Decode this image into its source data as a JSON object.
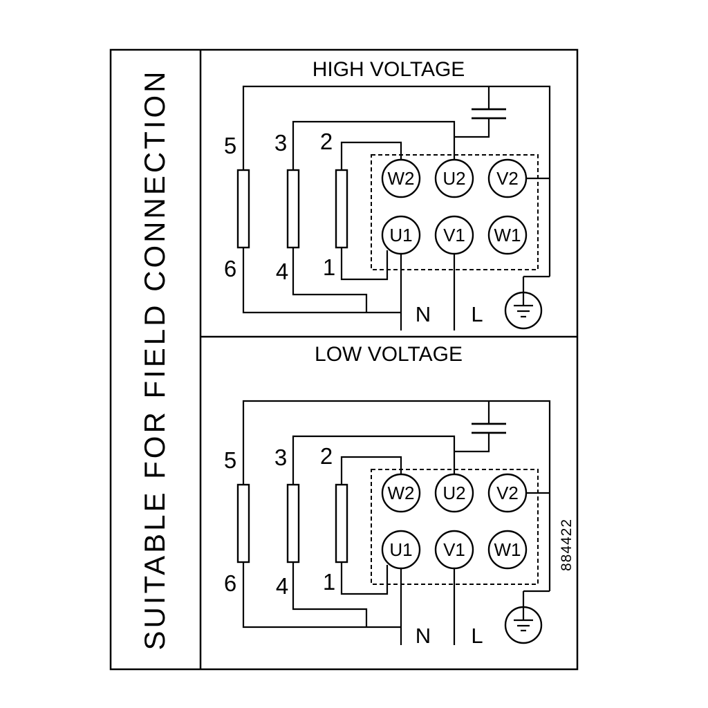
{
  "diagram": {
    "side_label": "SUITABLE FOR FIELD CONNECTION",
    "part_number": "884422",
    "colors": {
      "line": "#000000",
      "background": "#ffffff"
    },
    "sections": [
      {
        "title": "HIGH VOLTAGE",
        "link_numbers_top": [
          "5",
          "3",
          "2"
        ],
        "link_numbers_bottom": [
          "6",
          "4",
          "1"
        ],
        "terminals_top": [
          "W2",
          "U2",
          "V2"
        ],
        "terminals_bottom": [
          "U1",
          "V1",
          "W1"
        ],
        "supply": {
          "neutral": "N",
          "line": "L"
        }
      },
      {
        "title": "LOW VOLTAGE",
        "link_numbers_top": [
          "5",
          "3",
          "2"
        ],
        "link_numbers_bottom": [
          "6",
          "4",
          "1"
        ],
        "terminals_top": [
          "W2",
          "U2",
          "V2"
        ],
        "terminals_bottom": [
          "U1",
          "V1",
          "W1"
        ],
        "supply": {
          "neutral": "N",
          "line": "L"
        }
      }
    ]
  }
}
